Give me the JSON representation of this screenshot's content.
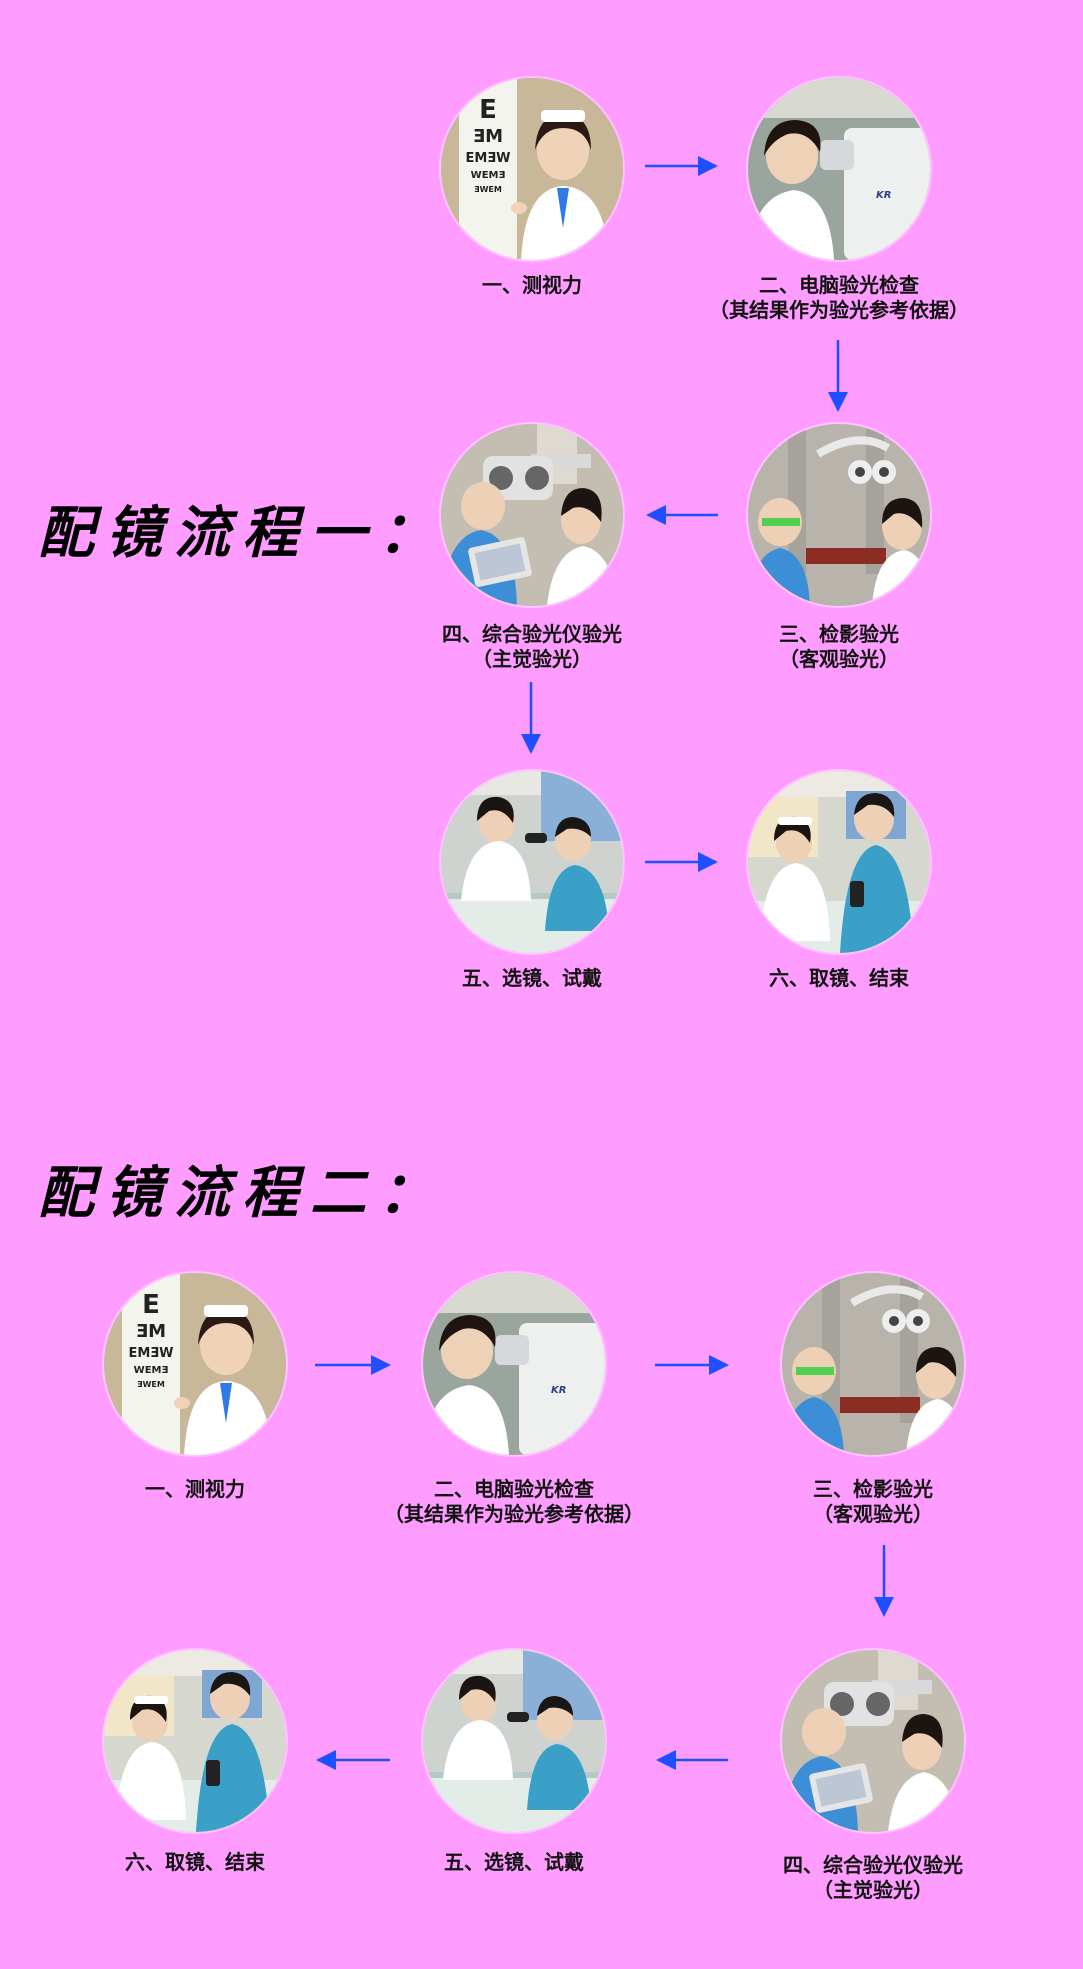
{
  "flow1": {
    "title": "配镜流程一：",
    "steps": [
      {
        "label": "一、测视力",
        "sub": "",
        "scene": "eye-chart-test"
      },
      {
        "label": "二、电脑验光检查",
        "sub": "（其结果作为验光参考依据）",
        "scene": "auto-refractor"
      },
      {
        "label": "三、检影验光",
        "sub": "（客观验光）",
        "scene": "retinoscopy"
      },
      {
        "label": "四、综合验光仪验光",
        "sub": "（主觉验光）",
        "scene": "phoropter"
      },
      {
        "label": "五、选镜、试戴",
        "sub": "",
        "scene": "frame-selection"
      },
      {
        "label": "六、取镜、结束",
        "sub": "",
        "scene": "pickup"
      }
    ]
  },
  "flow2": {
    "title": "配镜流程二：",
    "steps": [
      {
        "label": "一、测视力",
        "sub": "",
        "scene": "eye-chart-test"
      },
      {
        "label": "二、电脑验光检查",
        "sub": "（其结果作为验光参考依据）",
        "scene": "auto-refractor"
      },
      {
        "label": "三、检影验光",
        "sub": "（客观验光）",
        "scene": "retinoscopy"
      },
      {
        "label": "四、综合验光仪验光",
        "sub": "（主觉验光）",
        "scene": "phoropter"
      },
      {
        "label": "五、选镜、试戴",
        "sub": "",
        "scene": "frame-selection"
      },
      {
        "label": "六、取镜、结束",
        "sub": "",
        "scene": "pickup"
      }
    ]
  },
  "colors": {
    "background": "#ff9cff",
    "arrow": "#1f4fff",
    "text": "#111111"
  }
}
